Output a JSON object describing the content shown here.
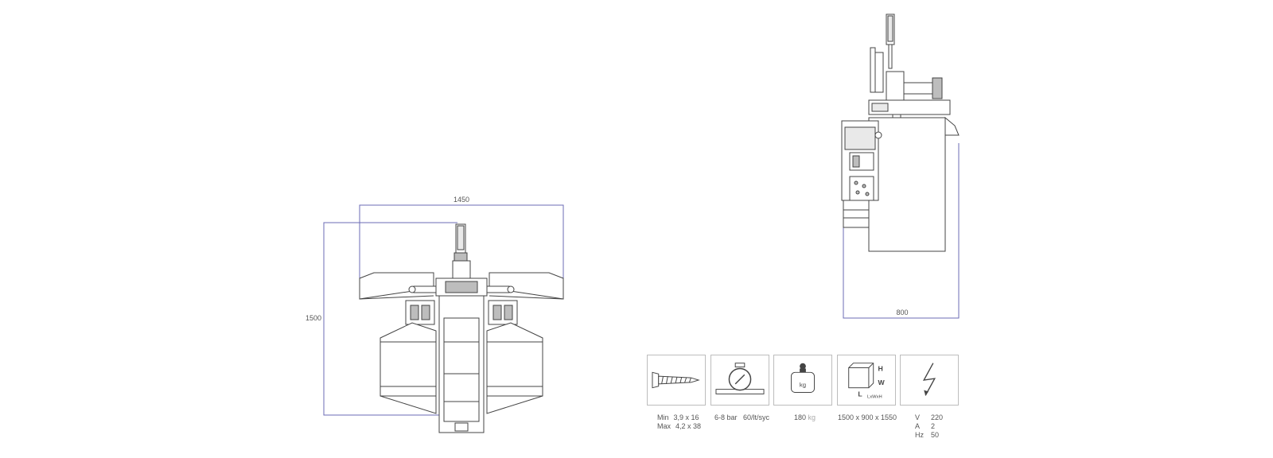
{
  "dimensions": {
    "front_width": "1450",
    "front_height": "1500",
    "side_depth": "800"
  },
  "specs": {
    "screw": {
      "icon": "screw-icon",
      "rows": [
        {
          "label": "Min",
          "value": "3,9 x 16"
        },
        {
          "label": "Max",
          "value": "4,2 x 38"
        }
      ]
    },
    "air": {
      "icon": "pressure-gauge-icon",
      "pressure": "6-8 bar",
      "consumption": "60/lt/syc"
    },
    "weight": {
      "icon": "weight-icon",
      "icon_label": "kg",
      "value": "180",
      "unit": "kg"
    },
    "size": {
      "icon": "box-dimensions-icon",
      "h": "H",
      "w": "W",
      "l": "L",
      "formula": "LxWxH",
      "value": "1500 x 900 x 1550"
    },
    "electric": {
      "icon": "lightning-icon",
      "rows": [
        {
          "label": "V",
          "value": "220"
        },
        {
          "label": "A",
          "value": "2"
        },
        {
          "label": "Hz",
          "value": "50"
        }
      ]
    }
  }
}
